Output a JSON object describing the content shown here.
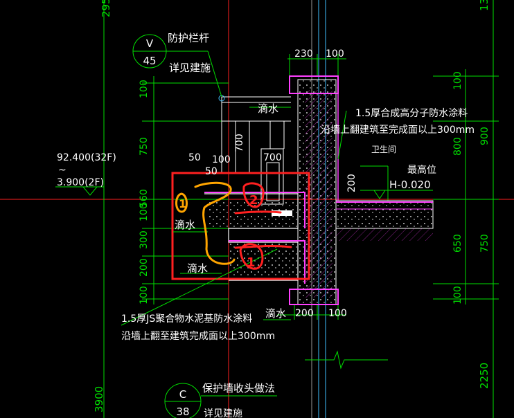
{
  "colors": {
    "background": "#000000",
    "dimension": "#00e000",
    "text": "#ffffff",
    "wall": "#ff40ff",
    "grid": "#ff2020",
    "highlight_box": "#ff2020",
    "marker_orange": "#ffa500",
    "marker_red": "#ff2020",
    "accent_cyan": "#40c0ff"
  },
  "left_dims": {
    "top": "295",
    "d1": "100",
    "d2": "750",
    "d3": "560",
    "d4": "100",
    "d5": "300",
    "d6": "200",
    "d7": "100",
    "bottom": "3900"
  },
  "right_dims": {
    "top": "13",
    "r1": "100",
    "r2": "800",
    "r3": "900",
    "r4": "650",
    "r5": "750",
    "r6": "100",
    "bottom": "2250"
  },
  "top_dims": {
    "a": "230",
    "b": "100"
  },
  "bottom_dims": {
    "a": "200",
    "b": "100"
  },
  "inner_dims": {
    "a": "50",
    "b": "100",
    "c": "50",
    "d": "700",
    "e": "700",
    "f": "200"
  },
  "elevation": {
    "upper": "92.400(32F)",
    "tilde": "~",
    "lower": "3.900(2F)"
  },
  "callout_v": {
    "letter": "V",
    "number": "45",
    "title": "防护栏杆",
    "note": "详见建施"
  },
  "callout_c": {
    "letter": "C",
    "number": "38",
    "title": "保护墙收头做法",
    "note": "详见建施"
  },
  "labels": {
    "drip_top": "滴水",
    "drip_left": "滴水",
    "drip_bottom_left": "滴水",
    "drip_bottom": "滴水",
    "waterproof_right_1": "1.5厚合成高分子防水涂料",
    "waterproof_right_2": "沿墙上翻建筑至完成面以上300mm",
    "bathroom": "卫生间",
    "highest_point": "最高位",
    "height_value": "H-0.020",
    "waterproof_bottom_1": "1.5厚JS聚合物水泥基防水涂料",
    "waterproof_bottom_2": "沿墙上翻至建筑完成面以上300mm"
  },
  "markers": {
    "m1": "1",
    "m2": "2",
    "m3": "1"
  }
}
